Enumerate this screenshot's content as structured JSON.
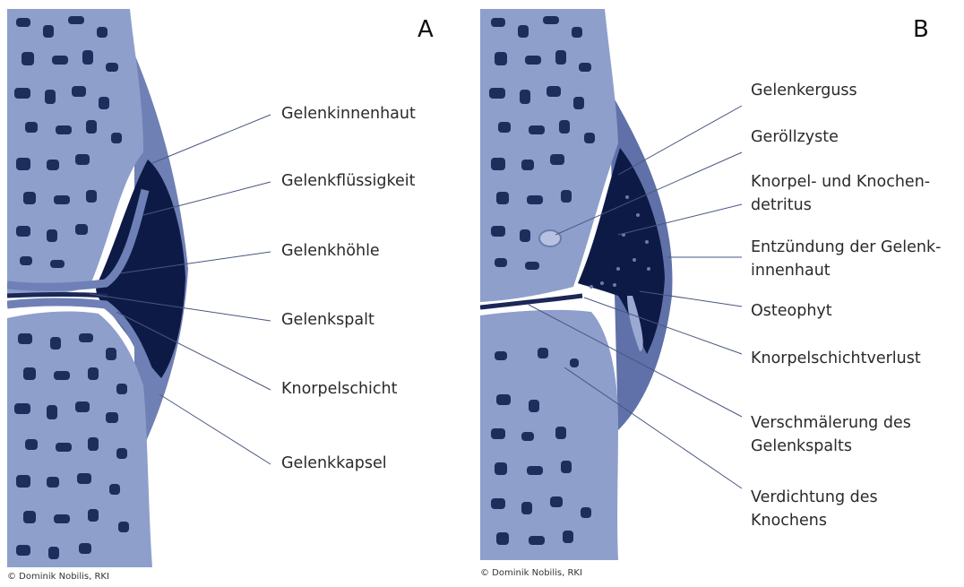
{
  "panel_a": {
    "letter": "A",
    "labels": [
      "Gelenkinnenhaut",
      "Gelenkflüssigkeit",
      "Gelenkhöhle",
      "Gelenkspalt",
      "Knorpelschicht",
      "Gelenkkapsel"
    ],
    "credit": "© Dominik Nobilis, RKI"
  },
  "panel_b": {
    "letter": "B",
    "labels": [
      {
        "line1": "Gelenkerguss",
        "line2": ""
      },
      {
        "line1": "Geröllzyste",
        "line2": ""
      },
      {
        "line1": "Knorpel- und Knochen-",
        "line2": "detritus"
      },
      {
        "line1": "Entzündung der Gelenk-",
        "line2": "innenhaut"
      },
      {
        "line1": "Osteophyt",
        "line2": ""
      },
      {
        "line1": "Knorpelschichtverlust",
        "line2": ""
      },
      {
        "line1": "Verschmälerung des",
        "line2": "Gelenkspalts"
      },
      {
        "line1": "Verdichtung des",
        "line2": "Knochens"
      }
    ],
    "credit": "© Dominik Nobilis, RKI"
  },
  "colors": {
    "bone": "#8e9fcc",
    "bone_light": "#a8b5d8",
    "pore": "#1e2e5c",
    "cavity": "#0e1a46",
    "capsule": "#5f71a8",
    "leader": "#4a5680"
  }
}
